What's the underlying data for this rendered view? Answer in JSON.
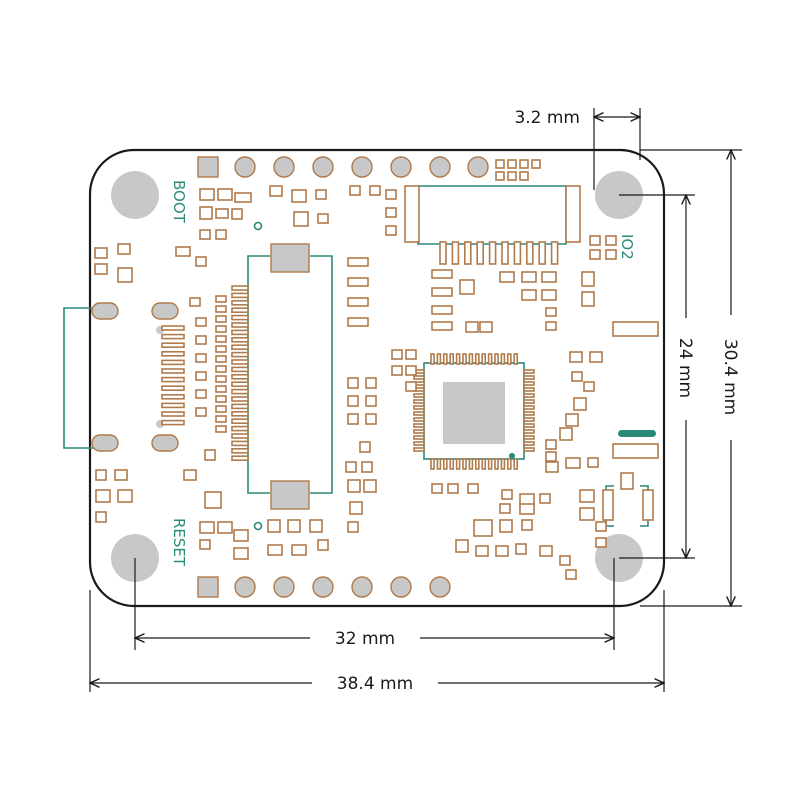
{
  "labels": {
    "boot": "BOOT",
    "reset": "RESET",
    "io2": "IO2"
  },
  "dimensions": {
    "hole_diameter": "3.2 mm",
    "hole_spacing_x": "32 mm",
    "board_width": "38.4 mm",
    "hole_spacing_y": "24 mm",
    "board_height": "30.4 mm"
  },
  "colors": {
    "board_outline": "#1a1a1a",
    "silkscreen": "#2a8a7a",
    "pad_outline": "#b07a4a",
    "hole_fill": "#c8c8c8"
  }
}
